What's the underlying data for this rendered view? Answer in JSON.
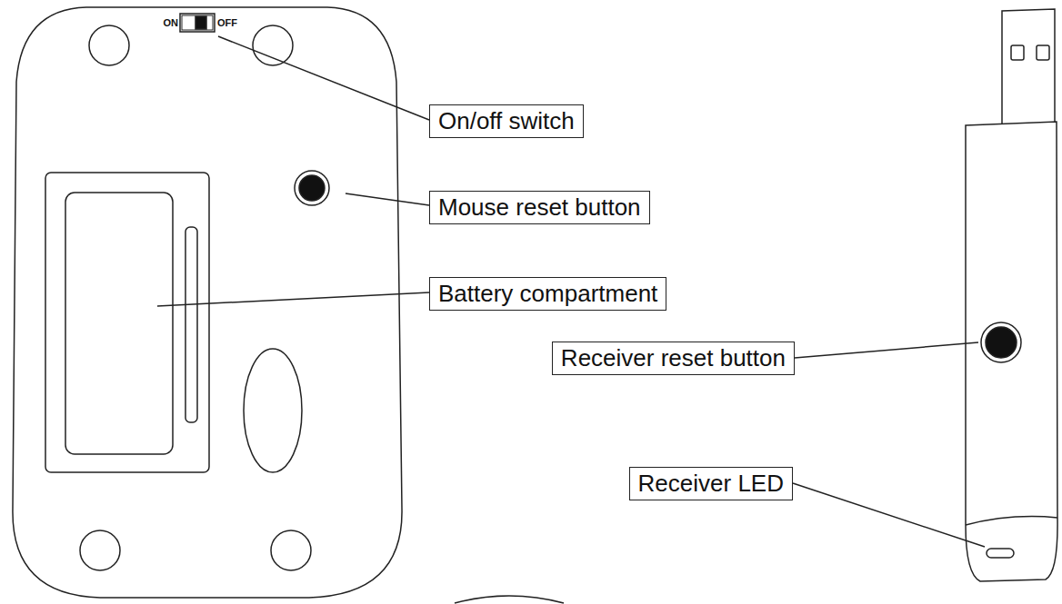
{
  "diagram": {
    "nodes": [
      {
        "text": [
          "On/off switch"
        ]
      },
      {
        "text": [
          "Mouse reset button"
        ]
      },
      {
        "text": [
          "Battery compartment"
        ]
      },
      {
        "text": [
          "Receiver reset button"
        ]
      },
      {
        "text": [
          "Receiver LED"
        ]
      }
    ],
    "labels": [
      "ON",
      "OFF"
    ]
  }
}
